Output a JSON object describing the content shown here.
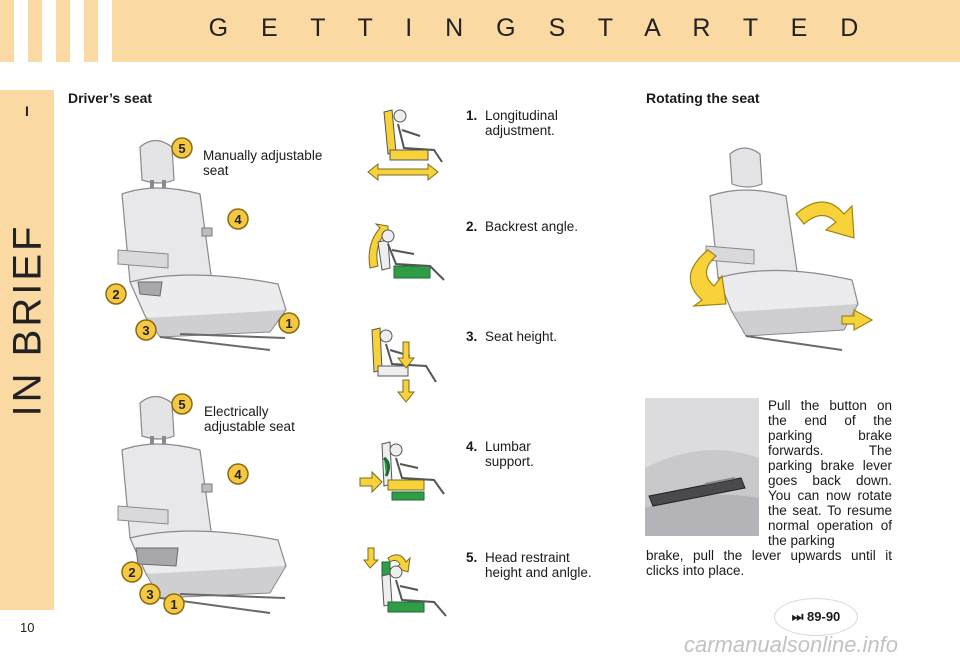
{
  "header": {
    "title": "G E T T I N G   S T A R T E D"
  },
  "sidebar": {
    "section_number": "I",
    "title": "IN BRIEF"
  },
  "page_number": "10",
  "drivers_seat": {
    "heading": "Driver’s seat",
    "manual_label": "Manually adjustable seat",
    "electric_label": "Electrically adjustable seat",
    "callouts": [
      "1",
      "2",
      "3",
      "4",
      "5"
    ]
  },
  "adjustments": [
    {
      "number": "1.",
      "text": "Longitudinal adjustment."
    },
    {
      "number": "2.",
      "text": "Backrest angle."
    },
    {
      "number": "3.",
      "text": "Seat height."
    },
    {
      "number": "4.",
      "text": "Lumbar support."
    },
    {
      "number": "5.",
      "text": "Head restraint height and anlgle."
    }
  ],
  "rotating": {
    "heading": "Rotating the seat",
    "text_block": "Pull the button on the end of the parking brake forwards. The parking brake lever goes back down. You can now rotate the seat. To resume normal operation of the parking",
    "text_wide": "brake, pull the lever upwards until it clicks into place."
  },
  "page_ref": {
    "icon": "⏭",
    "text": "89-90"
  },
  "watermark": "carmanualsonline.info",
  "colors": {
    "accent": "#fbd9a2",
    "callout": "#f5c842",
    "arrow": "#f7d23a",
    "green": "#2f9d48"
  }
}
